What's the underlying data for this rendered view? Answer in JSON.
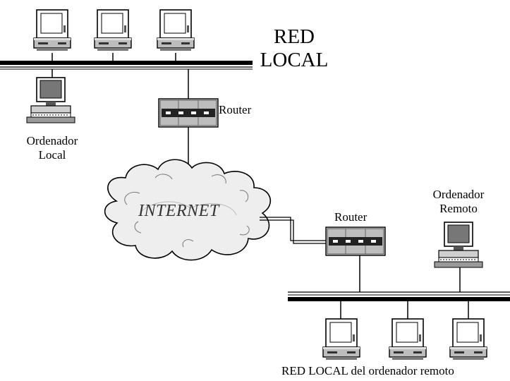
{
  "title": {
    "line1": "RED",
    "line2": "LOCAL"
  },
  "labels": {
    "router_top": "Router",
    "router_bottom": "Router",
    "local_pc_line1": "Ordenador",
    "local_pc_line2": "Local",
    "remote_pc_line1": "Ordenador",
    "remote_pc_line2": "Remoto",
    "internet": "INTERNET",
    "remote_network": "RED LOCAL del ordenador remoto"
  },
  "icons": [
    "desktop-computer-icon",
    "workstation-icon",
    "router-icon",
    "cloud-icon"
  ]
}
